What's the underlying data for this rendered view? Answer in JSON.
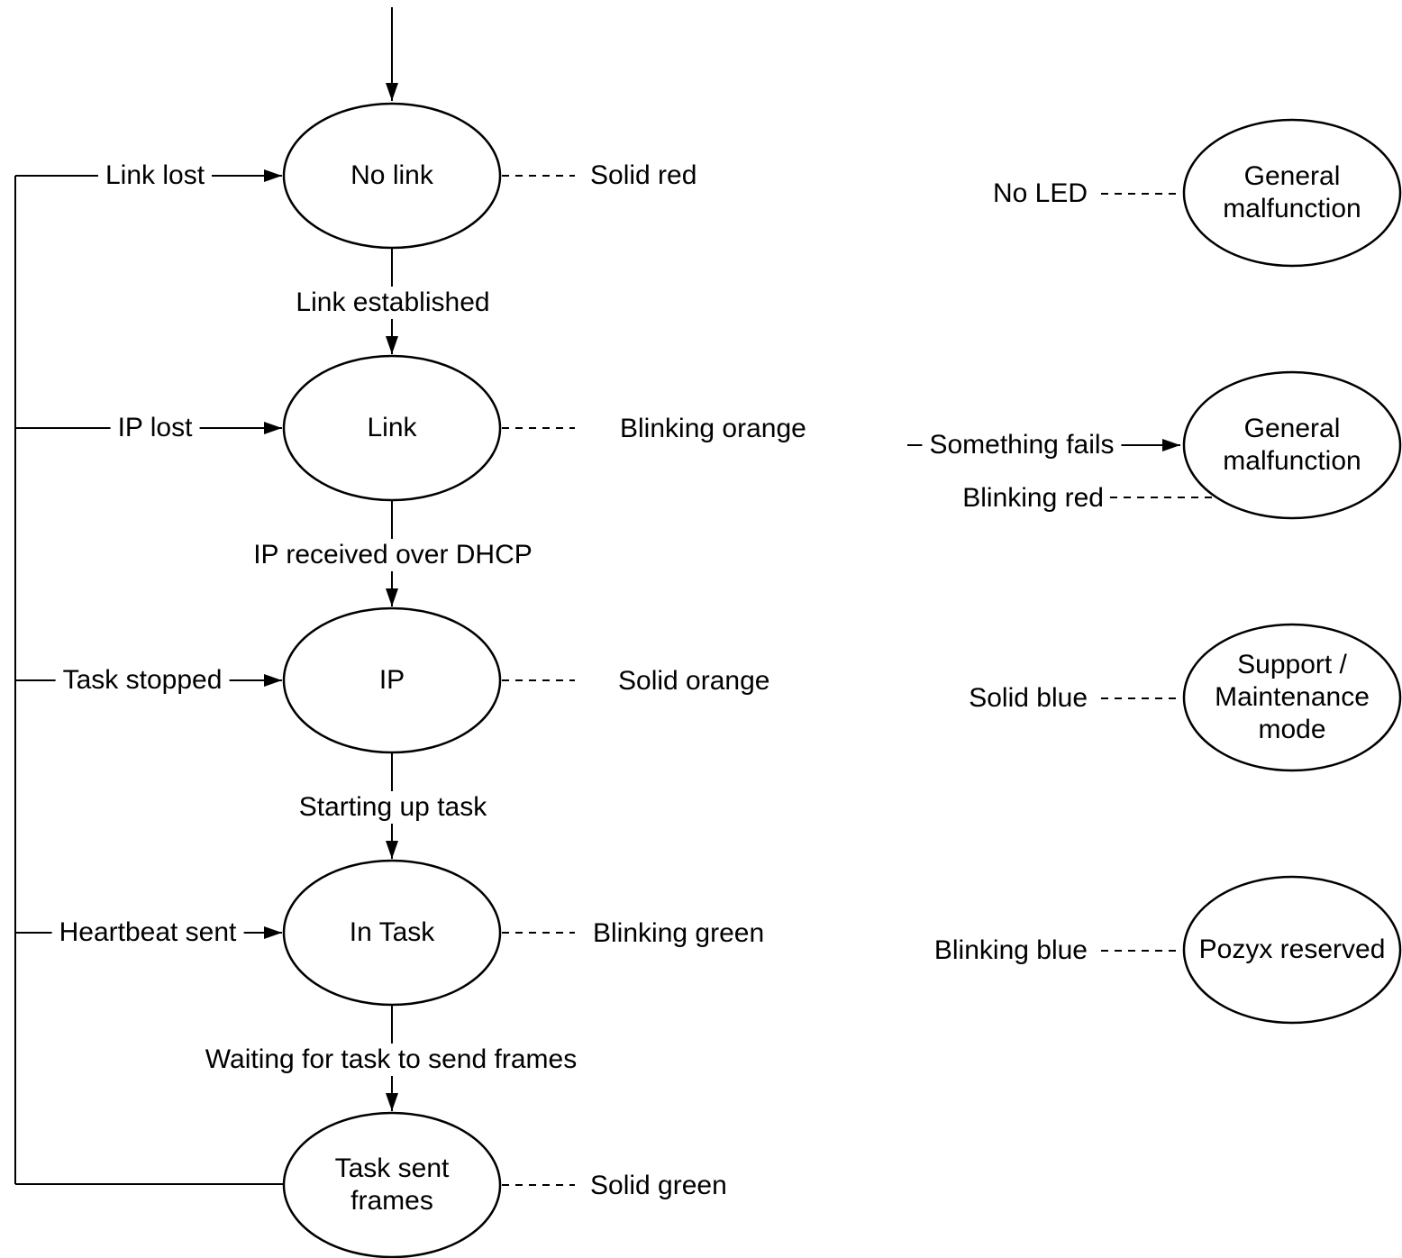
{
  "colors": {
    "stroke": "#000000",
    "background": "#ffffff",
    "text": "#000000"
  },
  "main": {
    "states": [
      {
        "label": "No link",
        "led": "Solid red",
        "return_event": "Link lost"
      },
      {
        "label": "Link",
        "led": "Blinking orange",
        "return_event": "IP lost"
      },
      {
        "label": "IP",
        "led": "Solid orange",
        "return_event": "Task stopped"
      },
      {
        "label": "In Task",
        "led": "Blinking green",
        "return_event": "Heartbeat sent"
      },
      {
        "label": "Task sent frames",
        "led": "Solid green"
      }
    ],
    "forward_transitions": [
      "Link established",
      "IP received over DHCP",
      "Starting up task",
      "Waiting for task to send frames"
    ]
  },
  "legend": {
    "items": [
      {
        "label": "General malfunction",
        "led": "No LED"
      },
      {
        "label": "General malfunction",
        "event": "Something fails",
        "led": "Blinking red"
      },
      {
        "label": "Support / Maintenance mode",
        "led": "Solid blue"
      },
      {
        "label": "Pozyx reserved",
        "led": "Blinking blue"
      }
    ]
  }
}
